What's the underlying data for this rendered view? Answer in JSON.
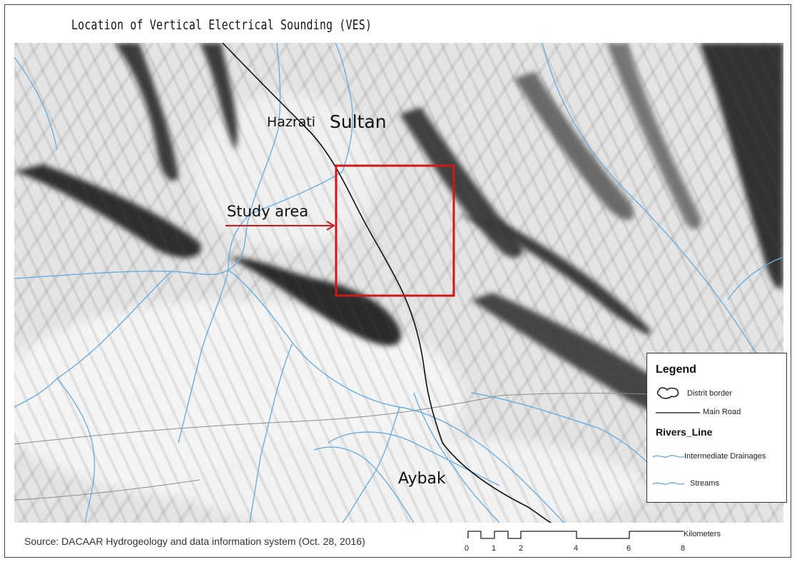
{
  "title": "Location of Vertical Electrical Sounding (VES)",
  "labels": {
    "hazrati": "Hazrati",
    "sultan": "Sultan",
    "study_area": "Study area",
    "aybak": "Aybak"
  },
  "legend": {
    "title": "Legend",
    "distrit_border": "Distrit border",
    "main_road": "Main Road",
    "rivers_title": "Rivers_Line",
    "intermediate": "Intermediate Drainages",
    "streams": "Streams"
  },
  "source": "Source: DACAAR Hydrogeology and data information system (Oct. 28, 2016)",
  "scale": {
    "ticks": [
      "0",
      "1",
      "2",
      "4",
      "6",
      "8"
    ],
    "unit": "Kilometers"
  },
  "colors": {
    "river": "#6aaee0",
    "road": "#1a1a1a",
    "study_box": "#d01818",
    "terrain_light": "#ececec",
    "terrain_dark": "#2e2e2e"
  }
}
